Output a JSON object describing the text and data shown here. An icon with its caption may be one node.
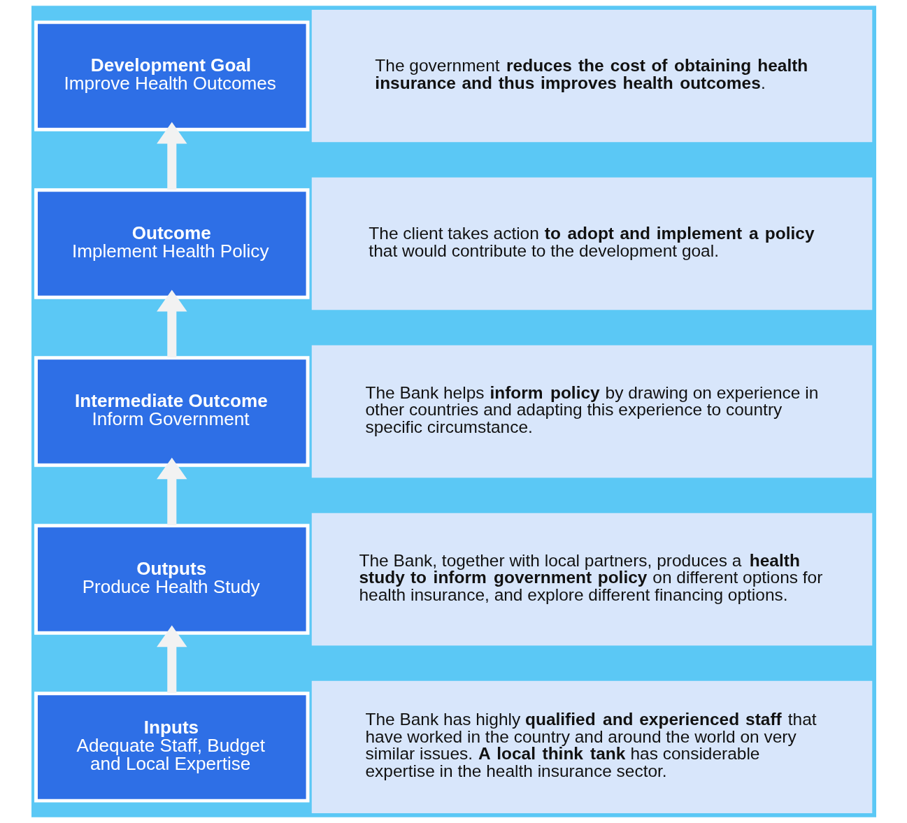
{
  "diagram": {
    "nodes": [
      {
        "text": [
          "Development Goal",
          "Improve Health Outcomes"
        ]
      },
      {
        "text": [
          "The government **reduces the cost of obtaining health insurance and thus improves health outcomes**."
        ]
      },
      {
        "text": [
          "Outcome",
          "Implement Health Policy"
        ]
      },
      {
        "text": [
          "The client takes action **to adopt and implement a policy** that would contribute to the development goal."
        ]
      },
      {
        "text": [
          "Intermediate Outcome",
          "Inform Government"
        ]
      },
      {
        "text": [
          "The Bank helps **inform policy** by drawing on experience in other countries and adapting this experience to country specific circumstance."
        ]
      },
      {
        "text": [
          "Outputs",
          "Produce Health Study"
        ]
      },
      {
        "text": [
          "The Bank, together with local partners, produces a **health study to inform government policy** on different options for health insurance, and explore different financing options."
        ]
      },
      {
        "text": [
          "Inputs",
          "Adequate Staff, Budget and Local Expertise"
        ]
      },
      {
        "text": [
          "The Bank has highly **qualified and experienced staff** that have worked in the country and around the world on very similar issues. **A local think tank** has considerable expertise in the health insurance sector."
        ]
      }
    ],
    "edges": [
      {
        "from": 8,
        "to": 6,
        "arrow": "to"
      },
      {
        "from": 6,
        "to": 4,
        "arrow": "to"
      },
      {
        "from": 4,
        "to": 2,
        "arrow": "to"
      },
      {
        "from": 2,
        "to": 0,
        "arrow": "to"
      }
    ]
  }
}
